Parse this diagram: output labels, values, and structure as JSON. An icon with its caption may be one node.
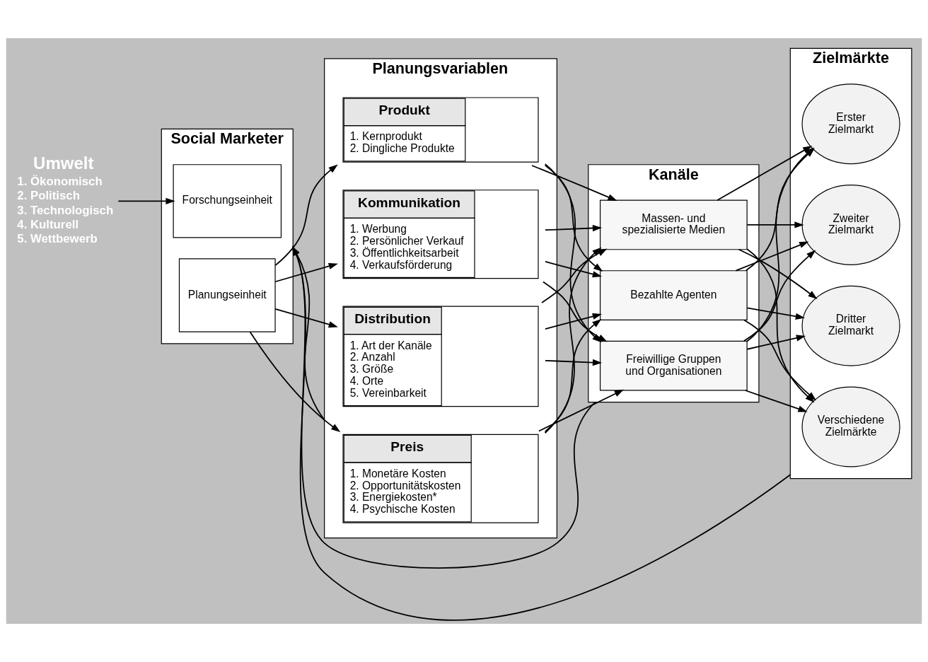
{
  "diagram": {
    "nodes": [
      {
        "text": [
          "Umwelt",
          "1. Ökonomisch 2. Politisch 3. Technologisch 4. Kulturell 5. Wettbewerb"
        ]
      },
      {
        "text": [
          "Social Marketer"
        ]
      },
      {
        "text": [
          "Forschungseinheit"
        ],
        "in": 1
      },
      {
        "text": [
          "Planungseinheit"
        ],
        "in": 1
      },
      {
        "text": [
          "Planungsvariablen"
        ]
      },
      {
        "text": [
          "Produkt",
          "1. Kernprodukt 2. Dingliche Produkte"
        ],
        "in": 4
      },
      {
        "text": [
          "Kommunikation",
          "1. Werbung 2. Persönlicher Verkauf 3. Öffentlichkeitsarbeit 4. Verkaufsförderung"
        ],
        "in": 4
      },
      {
        "text": [
          "Distribution",
          "1. Art der Kanäle 2. Anzahl 3. Größe 4. Orte 5. Vereinbarkeit"
        ],
        "in": 4
      },
      {
        "text": [
          "Preis",
          "1. Monetäre Kosten 2. Opportunitätskosten 3. Energiekosten* 4. Psychische Kosten"
        ],
        "in": 4
      },
      {
        "text": [
          "Kanäle"
        ]
      },
      {
        "text": [
          "Massen- und spezialisierte Medien"
        ],
        "in": 9
      },
      {
        "text": [
          "Bezahlte Agenten"
        ],
        "in": 9
      },
      {
        "text": [
          "Freiwillige Gruppen und Organisationen"
        ],
        "in": 9
      },
      {
        "text": [
          "Zielmärkte"
        ]
      },
      {
        "text": [
          "Erster Zielmarkt"
        ],
        "in": 13
      },
      {
        "text": [
          "Zweiter Zielmarkt"
        ],
        "in": 13
      },
      {
        "text": [
          "Dritter Zielmarkt"
        ],
        "in": 13
      },
      {
        "text": [
          "Verschiedene Zielmärkte"
        ],
        "in": 13
      }
    ],
    "edges": [
      {
        "from": 0,
        "to": 2,
        "arrow": "to"
      },
      {
        "from": 3,
        "to": 5,
        "arrow": "to"
      },
      {
        "from": 3,
        "to": 6,
        "arrow": "to"
      },
      {
        "from": 3,
        "to": 7,
        "arrow": "to"
      },
      {
        "from": 3,
        "to": 8,
        "arrow": "to"
      },
      {
        "from": 5,
        "to": 10,
        "arrow": "to"
      },
      {
        "from": 5,
        "to": 11,
        "arrow": "to"
      },
      {
        "from": 5,
        "to": 12,
        "arrow": "to"
      },
      {
        "from": 6,
        "to": 10,
        "arrow": "to"
      },
      {
        "from": 6,
        "to": 11,
        "arrow": "to"
      },
      {
        "from": 6,
        "to": 12,
        "arrow": "to"
      },
      {
        "from": 7,
        "to": 10,
        "arrow": "to"
      },
      {
        "from": 7,
        "to": 11,
        "arrow": "to"
      },
      {
        "from": 7,
        "to": 12,
        "arrow": "to"
      },
      {
        "from": 8,
        "to": 10,
        "arrow": "to"
      },
      {
        "from": 8,
        "to": 11,
        "arrow": "to"
      },
      {
        "from": 8,
        "to": 12,
        "arrow": "to"
      },
      {
        "from": 10,
        "to": 14,
        "arrow": "to"
      },
      {
        "from": 10,
        "to": 15,
        "arrow": "to"
      },
      {
        "from": 10,
        "to": 16,
        "arrow": "to"
      },
      {
        "from": 10,
        "to": 17,
        "arrow": "to"
      },
      {
        "from": 11,
        "to": 14,
        "arrow": "to"
      },
      {
        "from": 11,
        "to": 15,
        "arrow": "to"
      },
      {
        "from": 11,
        "to": 16,
        "arrow": "to"
      },
      {
        "from": 11,
        "to": 17,
        "arrow": "to"
      },
      {
        "from": 12,
        "to": 14,
        "arrow": "to"
      },
      {
        "from": 12,
        "to": 15,
        "arrow": "to"
      },
      {
        "from": 12,
        "to": 16,
        "arrow": "to"
      },
      {
        "from": 12,
        "to": 17,
        "arrow": "to"
      },
      {
        "from": 4,
        "to": 1,
        "arrow": "to"
      },
      {
        "from": 9,
        "to": 1,
        "arrow": "to"
      },
      {
        "from": 13,
        "to": 1,
        "arrow": "to"
      }
    ]
  }
}
